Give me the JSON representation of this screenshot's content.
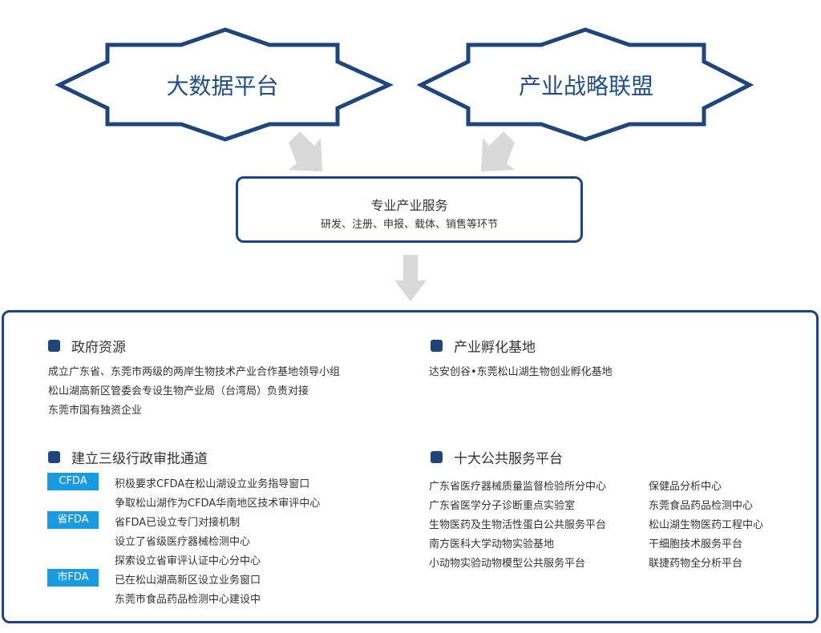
{
  "badges": {
    "left": "大数据平台",
    "right": "产业战略联盟"
  },
  "center": {
    "title": "专业产业服务",
    "subtitle": "研发、注册、申报、载体、销售等环节"
  },
  "colors": {
    "navy": "#1e467c",
    "badge_text": "#1f4e8a",
    "tag_blue": "#1a9ae0",
    "arrow_gray": "#d9d9d9"
  },
  "gov": {
    "title": "政府资源",
    "lines": [
      "成立广东省、东莞市两级的两岸生物技术产业合作基地领导小组",
      "松山湖高新区管委会专设生物产业局（台湾局）负责对接",
      "东莞市国有独资企业"
    ]
  },
  "incubator": {
    "title": "产业孵化基地",
    "lines": [
      "达安创谷•东莞松山湖生物创业孵化基地"
    ]
  },
  "approval": {
    "title": "建立三级行政审批通道",
    "tags": [
      "CFDA",
      "省FDA",
      "市FDA"
    ],
    "lines": [
      "积极要求CFDA在松山湖设立业务指导窗口",
      "争取松山湖作为CFDA华南地区技术审评中心",
      "省FDA已设立专门对接机制",
      "设立了省级医疗器械检测中心",
      "探索设立省审评认证中心分中心",
      "已在松山湖高新区设立业务窗口",
      "东莞市食品药品检测中心建设中"
    ]
  },
  "platforms": {
    "title": "十大公共服务平台",
    "col1": [
      "广东省医疗器械质量监督检验所分中心",
      "广东省医学分子诊断重点实验室",
      "生物医药及生物活性蛋白公共服务平台",
      "南方医科大学动物实验基地",
      "小动物实验动物模型公共服务平台"
    ],
    "col2": [
      "保健品分析中心",
      "东莞食品药品检测中心",
      "松山湖生物医药工程中心",
      "干细胞技术服务平台",
      "联捷药物全分析平台"
    ]
  }
}
